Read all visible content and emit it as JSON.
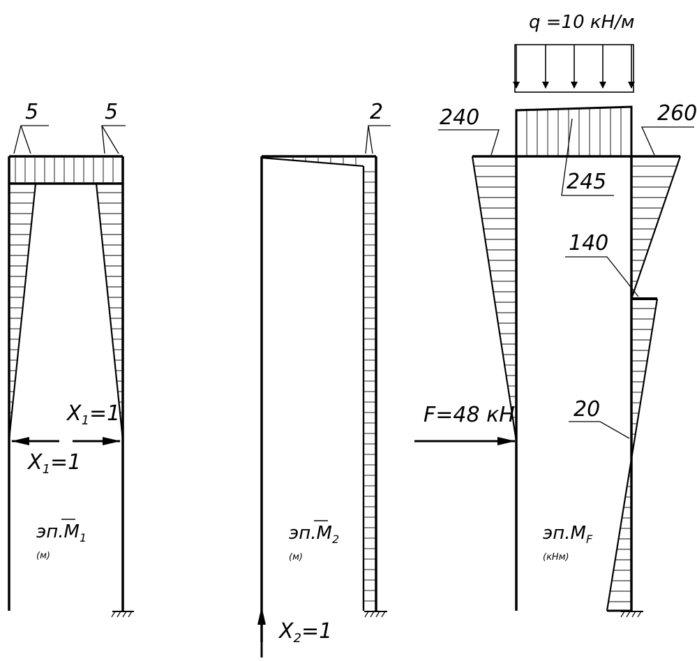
{
  "diagrams": [
    {
      "name": "M1-diagram",
      "title_prefix": "эп.",
      "title_main": "M",
      "title_sub": "1",
      "unit": "(м)",
      "values": [
        {
          "label": "5",
          "value": 5
        },
        {
          "label": "5",
          "value": 5
        }
      ],
      "unit_force_left": "X",
      "unit_force_left_sub": "1",
      "unit_force_left_value": "=1",
      "unit_force_right": "X",
      "unit_force_right_sub": "1",
      "unit_force_right_value": "=1"
    },
    {
      "name": "M2-diagram",
      "title_prefix": "эп.",
      "title_main": "M",
      "title_sub": "2",
      "unit": "(м)",
      "values": [
        {
          "label": "2",
          "value": 2
        }
      ],
      "unit_force": "X",
      "unit_force_sub": "2",
      "unit_force_value": "=1"
    },
    {
      "name": "MF-diagram",
      "title_prefix": "эп.",
      "title_main": "M",
      "title_sub": "F",
      "unit": "(кНм)",
      "values": [
        {
          "label": "240",
          "value": 240
        },
        {
          "label": "260",
          "value": 260
        },
        {
          "label": "245",
          "value": 245
        },
        {
          "label": "140",
          "value": 140
        },
        {
          "label": "20",
          "value": 20
        }
      ],
      "load_q": "q =10 кН/м",
      "load_F": "F=48 кН"
    }
  ]
}
